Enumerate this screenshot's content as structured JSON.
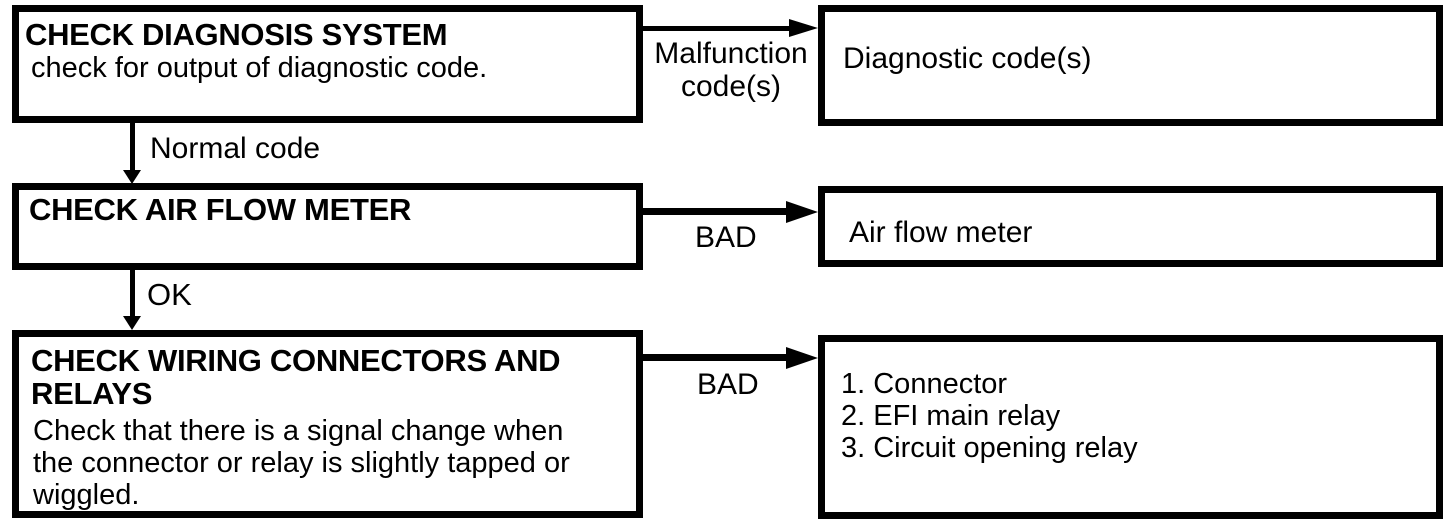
{
  "flowchart": {
    "steps": {
      "step1": {
        "title": "CHECK DIAGNOSIS SYSTEM",
        "body": "check for output of diagnostic code."
      },
      "step2": {
        "title": "CHECK AIR FLOW METER"
      },
      "step3": {
        "title_lines": [
          "CHECK WIRING CONNECTORS AND",
          "RELAYS"
        ],
        "body": "Check that there is a signal change when the connector or relay is slightly tapped or wiggled."
      }
    },
    "results": {
      "result1": {
        "text": "Diagnostic code(s)"
      },
      "result2": {
        "text": "Air flow meter"
      },
      "result3": {
        "items": [
          "1. Connector",
          "2. EFI main relay",
          "3. Circuit opening relay"
        ]
      }
    },
    "connectors": {
      "malfunction_label": "Malfunction code(s)",
      "normal_label": "Normal code",
      "ok_label": "OK",
      "bad_label_1": "BAD",
      "bad_label_2": "BAD"
    },
    "colors": {
      "ink": "#000000",
      "background": "#ffffff"
    }
  }
}
